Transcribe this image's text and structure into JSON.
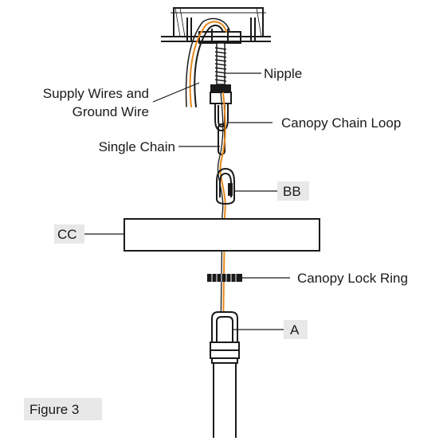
{
  "labels": {
    "supply_line1": "Supply Wires and",
    "supply_line2": "Ground Wire",
    "nipple": "Nipple",
    "canopy_chain_loop": "Canopy Chain Loop",
    "single_chain": "Single Chain",
    "bb": "BB",
    "cc": "CC",
    "canopy_lock_ring": "Canopy Lock Ring",
    "a": "A",
    "figure": "Figure 3"
  },
  "colors": {
    "wire_orange": "#e8891e",
    "line": "#1a1a1a",
    "tag_background": "#e8e8e8"
  }
}
